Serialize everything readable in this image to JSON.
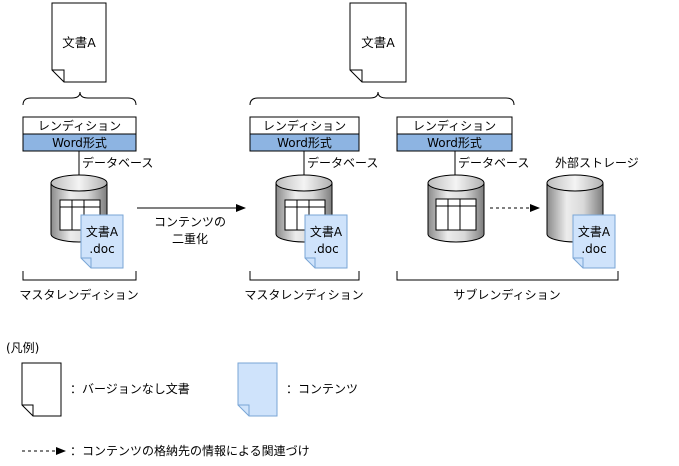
{
  "document_label": "文書A",
  "rendition_label": "レンディション",
  "format_label": "Word形式",
  "database_label": "データベース",
  "external_storage_label": "外部ストレージ",
  "content_file": {
    "line1": "文書A",
    "line2": ".doc"
  },
  "arrow_label": {
    "line1": "コンテンツの",
    "line2": "二重化"
  },
  "group_labels": {
    "left": "マスタレンディション",
    "middle": "マスタレンディション",
    "right": "サブレンディション"
  },
  "legend": {
    "title": "(凡例)",
    "version_less_doc": "：バージョンなし文書",
    "content": "：コンテンツ",
    "relation": "：コンテンツの格納先の情報による関連づけ"
  },
  "colors": {
    "format_fill": "#8db4e2",
    "content_fill": "#cfe3fb",
    "content_stroke": "#7aa6d6",
    "cylinder_dark": "#8c8c8c",
    "cylinder_light": "#e6e6e6"
  }
}
